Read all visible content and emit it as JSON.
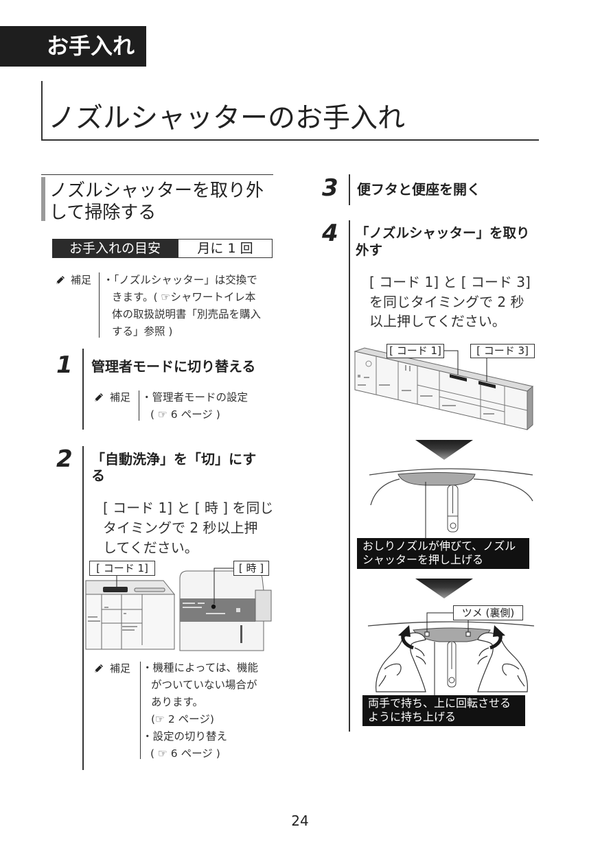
{
  "section_tab": "お手入れ",
  "page_title": "ノズルシャッターのお手入れ",
  "section": {
    "heading_lines": [
      "ノズルシャッターを取り外",
      "して掃除する"
    ],
    "frequency": {
      "label": "お手入れの目安",
      "value": "月に 1 回"
    },
    "note": {
      "icon": "pencil-icon",
      "label": "補足",
      "lines": [
        "・「ノズルシャッター」は交換で",
        "きます。( ☞シャワートイレ本",
        "体の取扱説明書「別売品を購入",
        "する」参照 )"
      ]
    }
  },
  "steps": [
    {
      "number": "1",
      "title_lines": [
        "管理者モードに切り替える"
      ],
      "note": {
        "icon": "pencil-icon",
        "label": "補足",
        "lines": [
          "・管理者モードの設定",
          "( ☞ 6 ページ )"
        ]
      }
    },
    {
      "number": "2",
      "title_lines": [
        "「自動洗浄」を「切」にす",
        "る"
      ],
      "body_lines": [
        "[ コード 1] と [ 時 ] を同じ",
        "タイミングで 2 秒以上押",
        "してください。"
      ],
      "callouts": [
        "[ コード 1]",
        "[ 時 ]"
      ],
      "note": {
        "icon": "pencil-icon",
        "label": "補足",
        "lines": [
          "・機種によっては、機能",
          "がついていない場合が",
          "あります。",
          "(☞ 2 ページ)",
          "・設定の切り替え",
          "( ☞ 6 ページ )"
        ]
      }
    },
    {
      "number": "3",
      "title_lines": [
        "便フタと便座を開く"
      ]
    },
    {
      "number": "4",
      "title_lines": [
        "「ノズルシャッター」を取り",
        "外す"
      ],
      "body_lines": [
        "[ コード 1] と [ コード 3]",
        "を同じタイミングで 2 秒",
        "以上押してください。"
      ],
      "callouts": [
        "[ コード 1]",
        "[ コード 3]"
      ],
      "captions": [
        {
          "lines": [
            "おしりノズルが伸びて、ノズル",
            "シャッターを押し上げる"
          ]
        },
        {
          "callout": "ツメ (裏側)",
          "lines": [
            "両手で持ち、上に回転させる",
            "ように持ち上げる"
          ]
        }
      ],
      "arrow_icon": "down-arrow-icon"
    }
  ],
  "page_number": "24",
  "colors": {
    "tab_background": "#1e1e1e",
    "frequency_label_background": "#2b2b2b",
    "caption_background": "#111111",
    "text": "#222222"
  }
}
